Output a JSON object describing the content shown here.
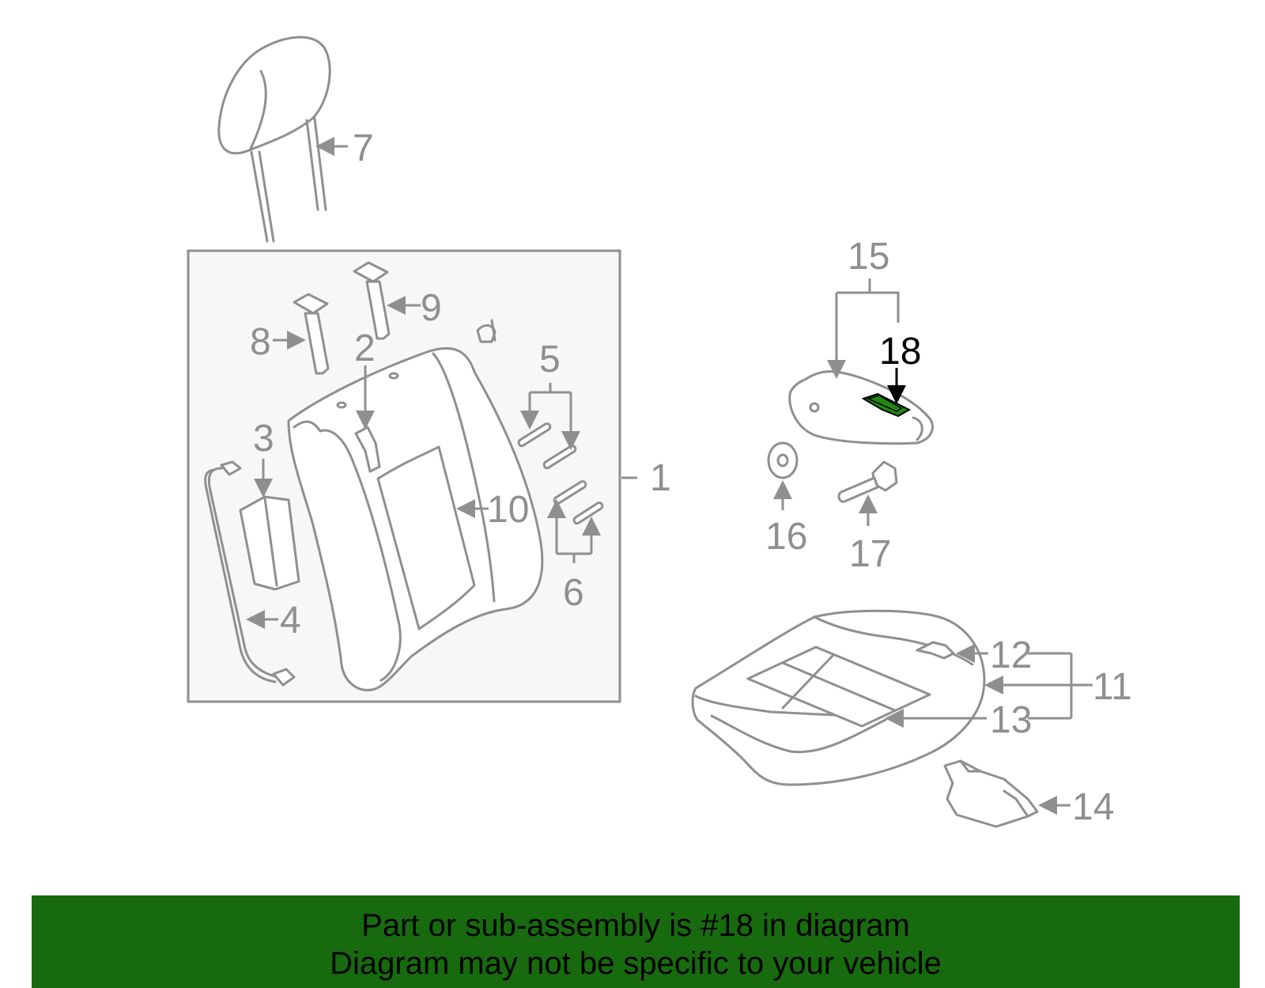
{
  "callouts": {
    "c1": "1",
    "c2": "2",
    "c3": "3",
    "c4": "4",
    "c5": "5",
    "c6": "6",
    "c7": "7",
    "c8": "8",
    "c9": "9",
    "c10": "10",
    "c11": "11",
    "c12": "12",
    "c13": "13",
    "c14": "14",
    "c15": "15",
    "c16": "16",
    "c17": "17",
    "c18": "18"
  },
  "highlighted_part": "18",
  "colors": {
    "banner": "#176b0e",
    "line": "#8f8f8f",
    "highlight": "#1f8a10",
    "panel": "#f7f7f7"
  },
  "banner": {
    "line1": "Part or sub-assembly is #18 in diagram",
    "line2": "Diagram may not be specific to your vehicle"
  }
}
